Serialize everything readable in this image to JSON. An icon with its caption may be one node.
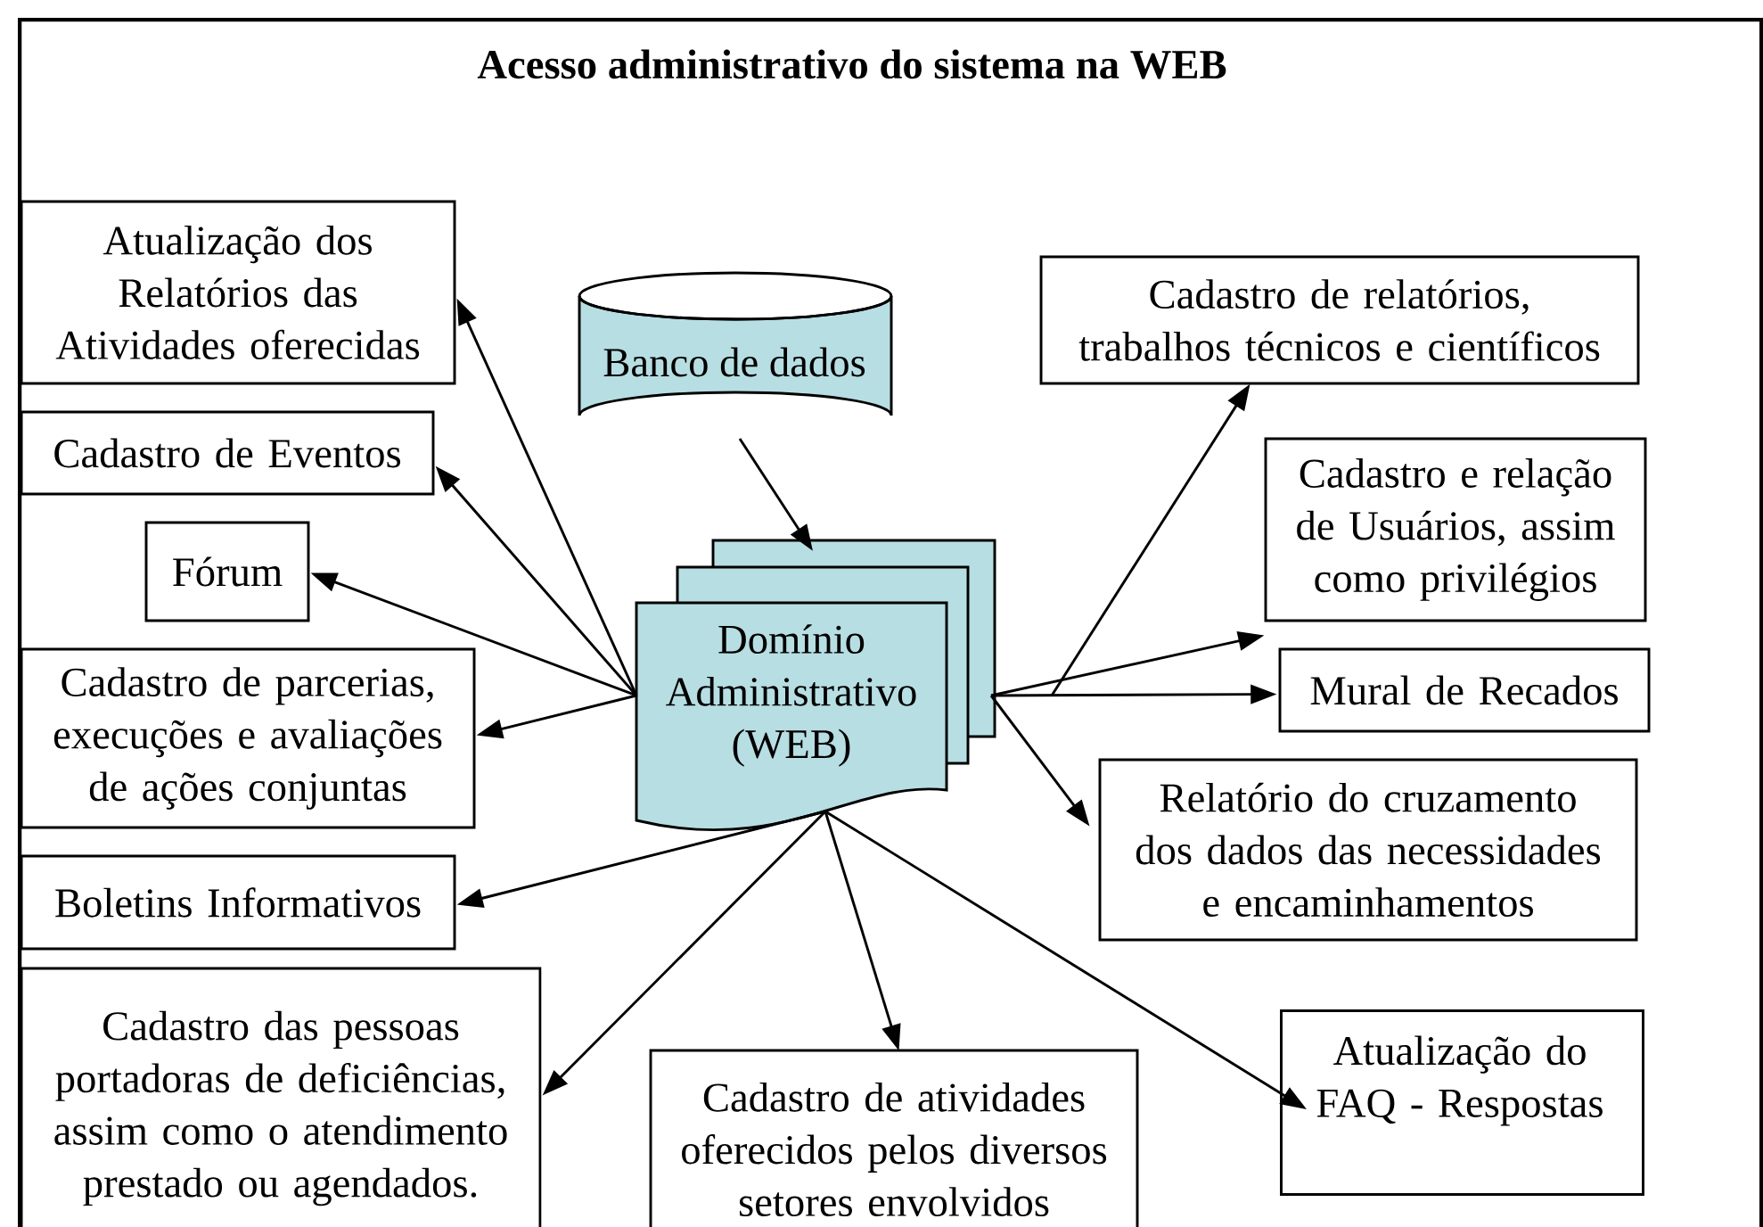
{
  "diagram": {
    "nodes": [
      {
        "text": [
          "Acesso administrativo do sistema na WEB"
        ]
      },
      {
        "text": [
          "Atualização dos Relatórios das Atividades oferecidas"
        ],
        "in": 0
      },
      {
        "text": [
          "Banco de dados"
        ],
        "in": 0
      },
      {
        "text": [
          "Cadastro de relatórios, trabalhos técnicos e científicos"
        ],
        "in": 0
      },
      {
        "text": [
          "Cadastro de Eventos"
        ],
        "in": 0
      },
      {
        "text": [
          "Cadastro e relação de Usuários, assim como privilégios"
        ],
        "in": 0
      },
      {
        "text": [
          "Fórum"
        ],
        "in": 0
      },
      {
        "text": [
          "Domínio Administrativo (WEB)"
        ],
        "in": 0
      },
      {
        "text": [
          "Cadastro de parcerias, execuções e avaliações de ações conjuntas"
        ],
        "in": 0
      },
      {
        "text": [
          "Mural de Recados"
        ],
        "in": 0
      },
      {
        "text": [
          "Relatório do cruzamento dos dados das necessidades e encaminhamentos"
        ],
        "in": 0
      },
      {
        "text": [
          "Boletins Informativos"
        ],
        "in": 0
      },
      {
        "text": [
          "Cadastro das pessoas portadoras de deficiências, assim como o atendimento prestado ou agendados."
        ],
        "in": 0
      },
      {
        "text": [
          "Cadastro de atividades oferecidos pelos diversos setores envolvidos"
        ],
        "in": 0
      },
      {
        "text": [
          "Atualização do FAQ - Respostas"
        ],
        "in": 0
      }
    ],
    "edges": [
      {
        "from": 2,
        "to": 7,
        "arrow": "to"
      },
      {
        "from": 7,
        "to": 1,
        "arrow": "to"
      },
      {
        "from": 7,
        "to": 4,
        "arrow": "to"
      },
      {
        "from": 7,
        "to": 6,
        "arrow": "to"
      },
      {
        "from": 7,
        "to": 8,
        "arrow": "to"
      },
      {
        "from": 7,
        "to": 11,
        "arrow": "to"
      },
      {
        "from": 7,
        "to": 12,
        "arrow": "to"
      },
      {
        "from": 7,
        "to": 13,
        "arrow": "to"
      },
      {
        "from": 7,
        "to": 14,
        "arrow": "to"
      },
      {
        "from": 7,
        "to": 3,
        "arrow": "to"
      },
      {
        "from": 7,
        "to": 5,
        "arrow": "to"
      },
      {
        "from": 7,
        "to": 9,
        "arrow": "to"
      },
      {
        "from": 7,
        "to": 10,
        "arrow": "to"
      }
    ]
  }
}
